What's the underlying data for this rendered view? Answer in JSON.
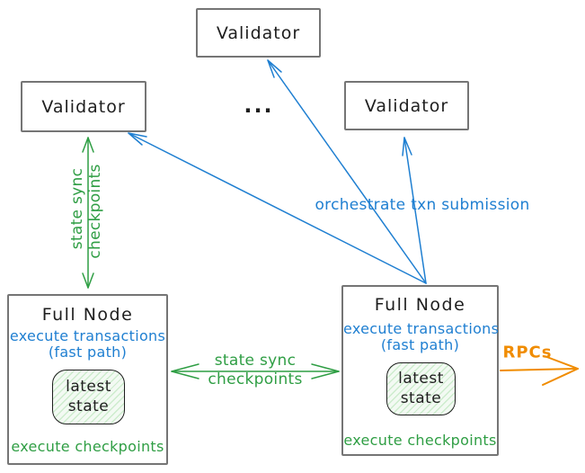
{
  "colors": {
    "ink": "#1e1e1e",
    "box_border": "#757575",
    "blue": "#1f7fd1",
    "green": "#2f9e44",
    "orange": "#f08c00",
    "state_fill": "#f3faf3",
    "state_hatch": "#cdeccd"
  },
  "validators": {
    "top": {
      "label": "Validator"
    },
    "left": {
      "label": "Validator"
    },
    "right": {
      "label": "Validator"
    },
    "ellipsis": "..."
  },
  "full_nodes": {
    "left": {
      "title": "Full Node",
      "line1": "execute transactions",
      "line2": "(fast path)",
      "state_line1": "latest",
      "state_line2": "state",
      "footer": "execute checkpoints"
    },
    "right": {
      "title": "Full Node",
      "line1": "execute transactions",
      "line2": "(fast path)",
      "state_line1": "latest",
      "state_line2": "state",
      "footer": "execute checkpoints"
    }
  },
  "arrows": {
    "left_sync": {
      "label_line1": "state sync",
      "label_line2": "checkpoints"
    },
    "mid_sync": {
      "label_line1": "state sync",
      "label_line2": "checkpoints"
    },
    "orchestrate": {
      "label": "orchestrate txn submission"
    },
    "rpcs": {
      "label": "RPCs"
    }
  }
}
